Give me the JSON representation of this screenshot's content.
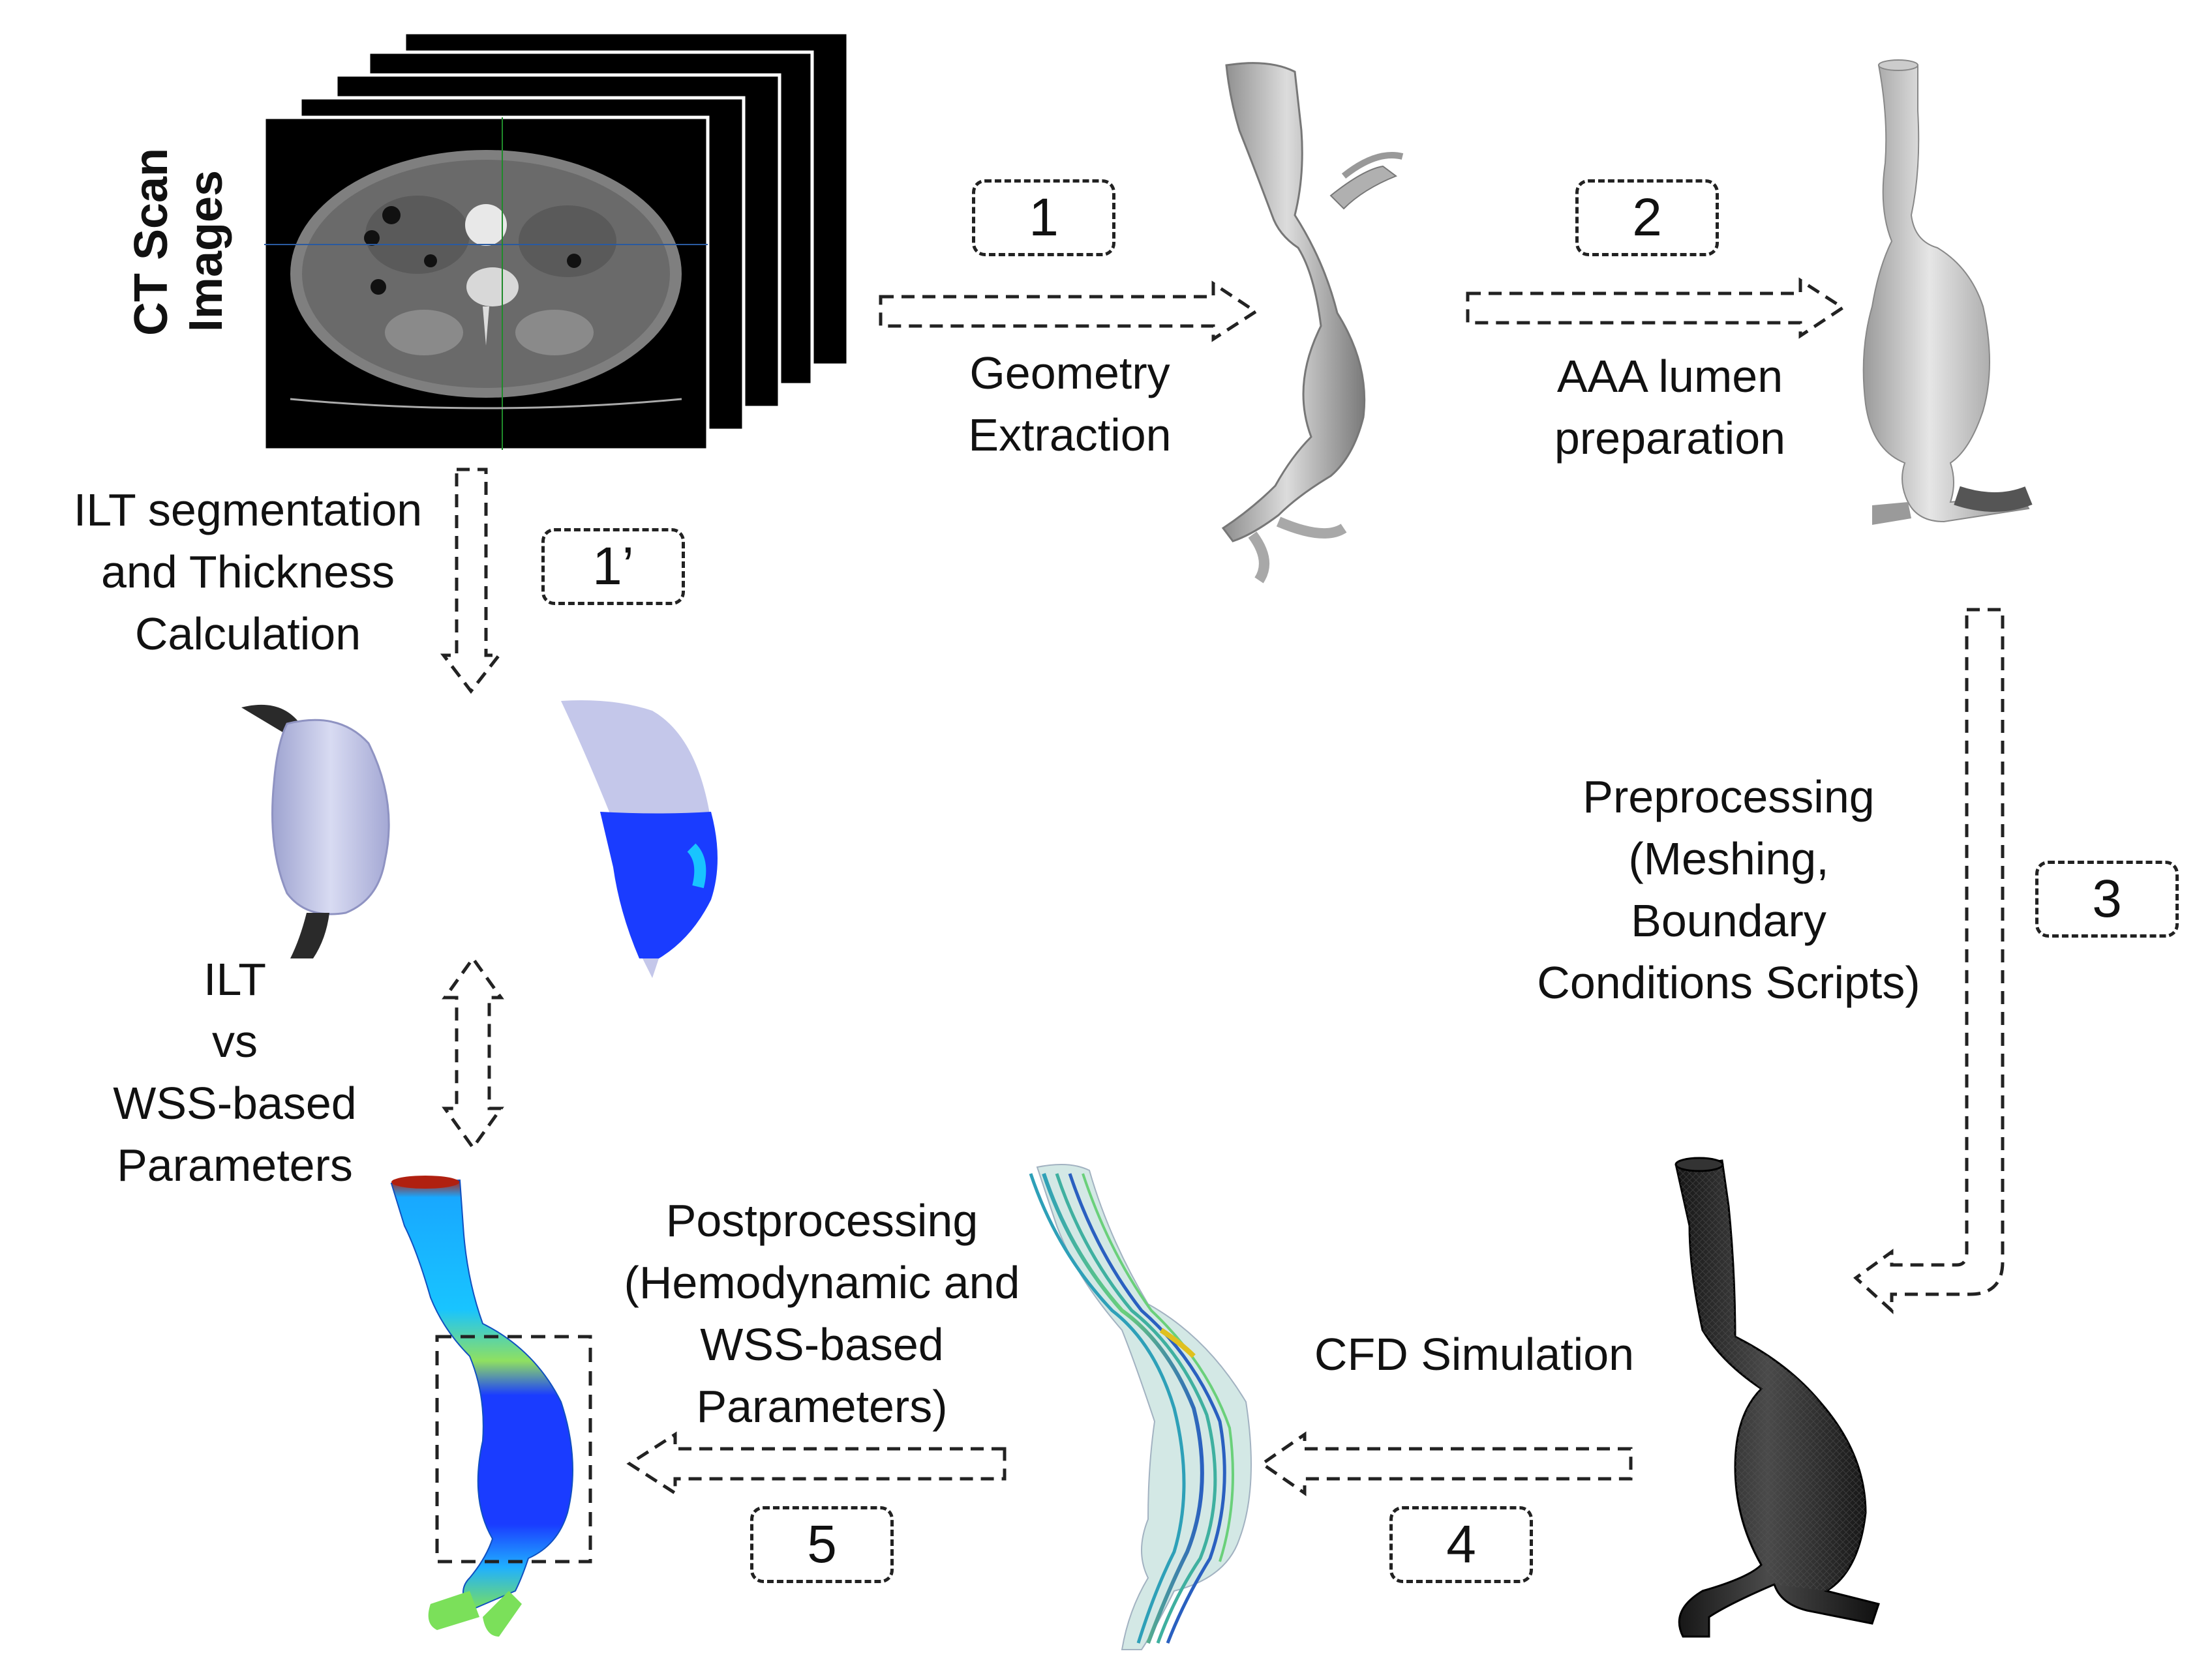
{
  "ct_label": [
    "CT Scan",
    "Images"
  ],
  "steps": {
    "s1": "1",
    "s2": "2",
    "s1p": "1’",
    "s3": "3",
    "s4": "4",
    "s5": "5"
  },
  "labels": {
    "geometry_extraction": [
      "Geometry",
      "Extraction"
    ],
    "aaa_lumen": [
      "AAA lumen",
      "preparation"
    ],
    "ilt_segmentation": [
      "ILT segmentation",
      "and Thickness",
      "Calculation"
    ],
    "ilt_vs_wss": [
      "ILT",
      "vs",
      "WSS-based",
      "Parameters"
    ],
    "preprocessing": [
      "Preprocessing",
      "(Meshing,",
      "Boundary",
      "Conditions Scripts)"
    ],
    "cfd_simulation": "CFD Simulation",
    "postprocessing": [
      "Postprocessing",
      "(Hemodynamic and",
      "WSS-based",
      "Parameters)"
    ]
  },
  "colors": {
    "ct_background": "#000000",
    "grey_model": "#bdbdbd",
    "mesh_model": "#2a2a2a",
    "ilt_lavender": "#b9bde0",
    "wss_blue": "#1a3cff",
    "wss_cyan": "#18c4ff",
    "wss_green": "#7be05a",
    "streamline_teal": "#3fb0a0"
  }
}
